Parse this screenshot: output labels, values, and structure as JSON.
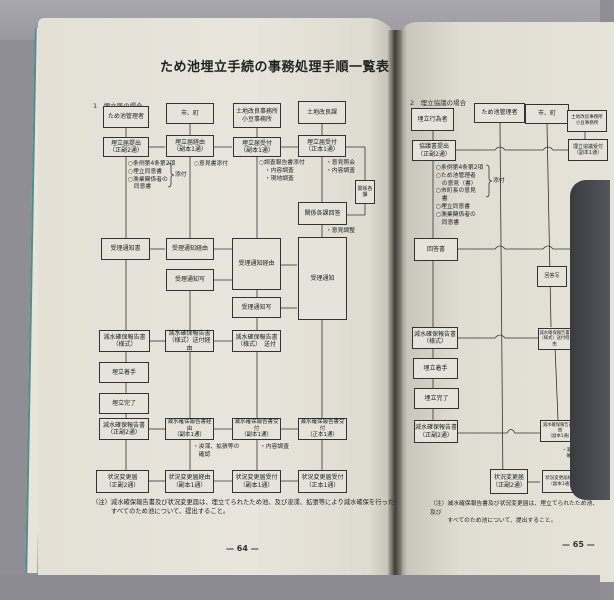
{
  "left_page": {
    "title": "ため池埋立手続の事務処理手順一覧表",
    "section_label": "1　埋立届の場合",
    "headers": [
      "ため池管理者",
      "市、町",
      "土地改良事務所\n小豆事務所",
      "土地改良課"
    ],
    "boxes": {
      "submit": "埋立届提出\n（正副2通）",
      "via": "埋立届経由\n（副本1通）",
      "accept_office": "埋立届受付\n（副本1通）",
      "accept_dept": "埋立届受付\n（正本1通）",
      "related_dept": "関係各課",
      "related_reply": "関係各課回答",
      "receipt_notice": "受理通知書",
      "receipt_via1": "受理通知経由",
      "receipt_copy1": "受理通知写",
      "receipt_via2": "受理通知経由",
      "receipt_copy2": "受理通知写",
      "receipt_notice_main": "受理通知",
      "report_form": "減水確保報告書\n（様式）",
      "report_form_via": "減水確保報告書\n（様式）送付経由",
      "report_form_send": "減水確保報告書\n（様式）　送付",
      "start": "埋立着手",
      "complete": "埋立完了",
      "report_submit": "減水確保報告書\n（正副2通）",
      "report_via": "減水確保報告書経由\n（副本1通）",
      "report_accept_office": "減水確保報告書受付\n（副本1通）",
      "report_accept_dept": "減水確保報告書受付\n（正本1通）",
      "change_submit": "状況変更届\n（正副2通）",
      "change_via": "状況変更届経由\n（副本1通）",
      "change_accept_office": "状況変更届受付\n（副本1通）",
      "change_accept_dept": "状況変更届受付\n（正本1通）"
    },
    "notes": {
      "attachments": "○条例第4条第2項\n○埋立同意書\n○漁業関係者の\n　同意書",
      "attach_label": "添付",
      "opinion": "○意見書添付",
      "survey": "○調査報告書添付\n　・内容調査\n　・現地調査",
      "consult": "・意見照会\n・内容調査",
      "adjust": "・意見調整",
      "dredge": "・浚渫、拡張等の\n　確認",
      "content_survey": "・内容調査"
    },
    "footnote": "（注）減水確保報告書及び状況変更届は、埋立てられたため池、及び浚渫、拡張等により減水確保を行った\n　　　すべてのため池について、提出すること。",
    "page_number": "— 64 —"
  },
  "right_page": {
    "section_label": "2　埋立協議の場合",
    "headers": [
      "埋立行為者",
      "ため池管理者",
      "市、町",
      "土地改良事務所\n小豆事務所"
    ],
    "boxes": {
      "submit": "協議書提出\n（正副2通）",
      "accept": "埋立協議受付\n（副本1通）",
      "reply": "回答書",
      "reply_copy": "回答写",
      "report_form": "減水確保報告書\n（様式）",
      "report_form_via": "減水確保報告書\n（様式）送付経由",
      "start": "埋立着手",
      "complete": "埋立完了",
      "report_submit": "減水確保報告書\n（正副2通）",
      "report_via": "減水確保報告書経由\n（副本1通）",
      "change_submit": "状況変更届\n（正副2通）",
      "change_via": "状況変更届経由\n（副本1通）"
    },
    "notes": {
      "attachments": "○条例第4条第2項\n○ため池管理者\n　の意見（書）\n○市町長の意見\n　書\n○埋立同意書\n○漁業関係者の\n　同意書",
      "attach_label": "添付",
      "dredge": "・浚渫、拡張等の\n　確認"
    },
    "footnote": "（注）減水確保報告書及び状況変更届は、埋立てられたため池、及び\n　　　すべてのため池について、提出すること。",
    "page_number": "— 65 —"
  }
}
